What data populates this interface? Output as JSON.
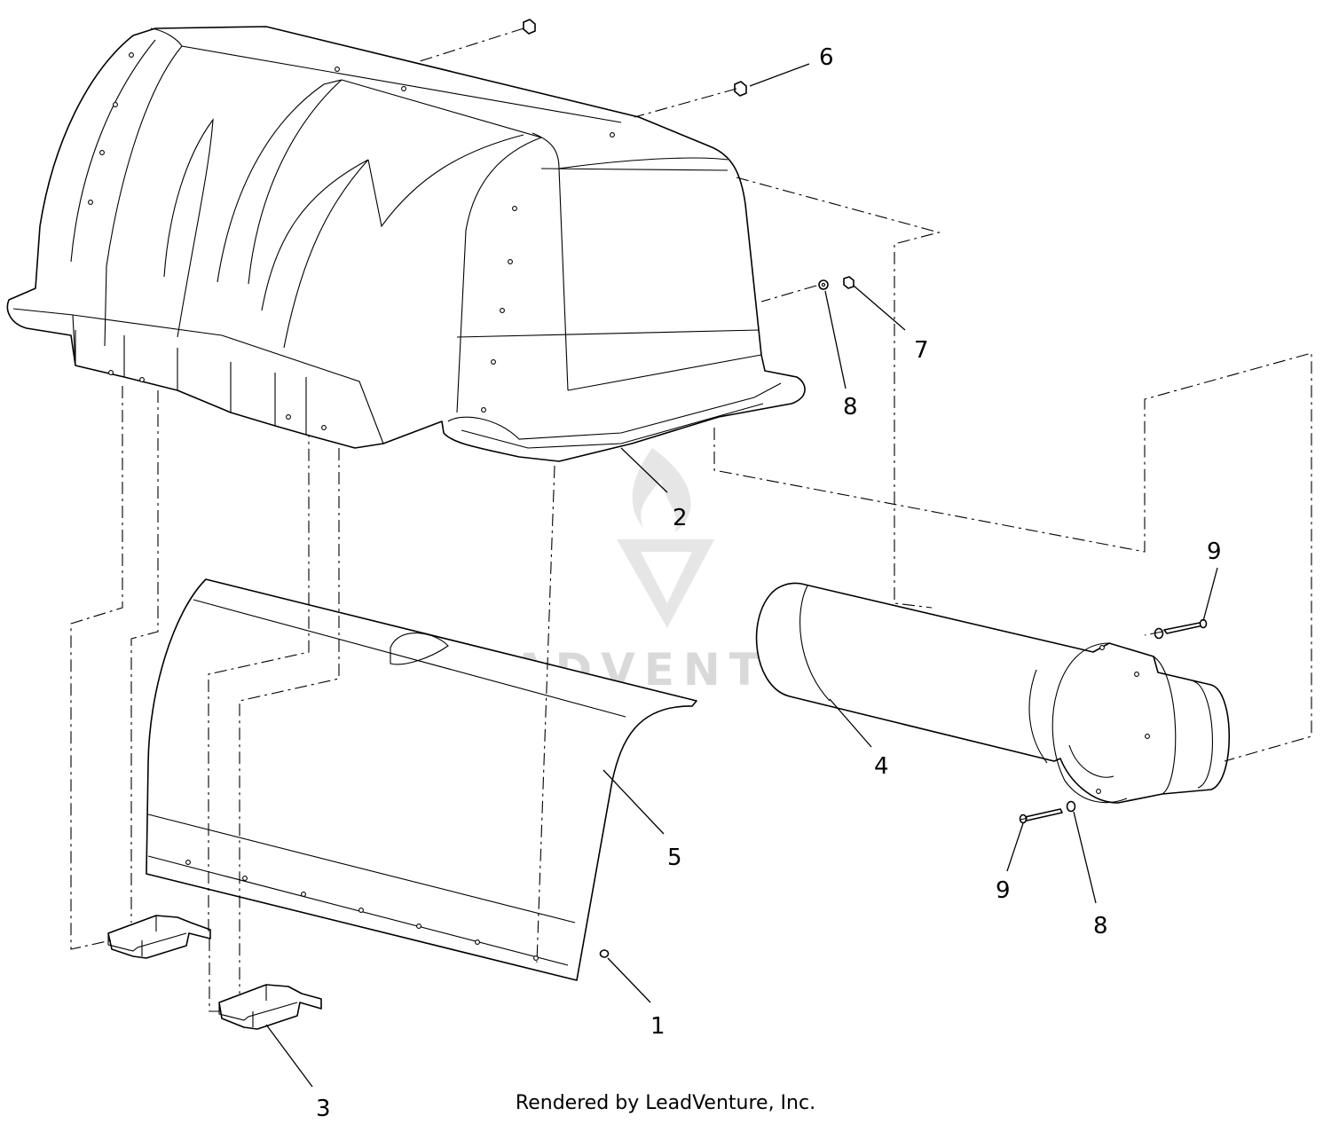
{
  "watermark": {
    "text": "LEADVENTURE"
  },
  "callouts": {
    "c1": "1",
    "c2": "2",
    "c3": "3",
    "c4": "4",
    "c5": "5",
    "c6": "6",
    "c7": "7",
    "c8a": "8",
    "c8b": "8",
    "c9a": "9",
    "c9b": "9"
  },
  "footer": {
    "credit": "Rendered by LeadVenture, Inc."
  }
}
